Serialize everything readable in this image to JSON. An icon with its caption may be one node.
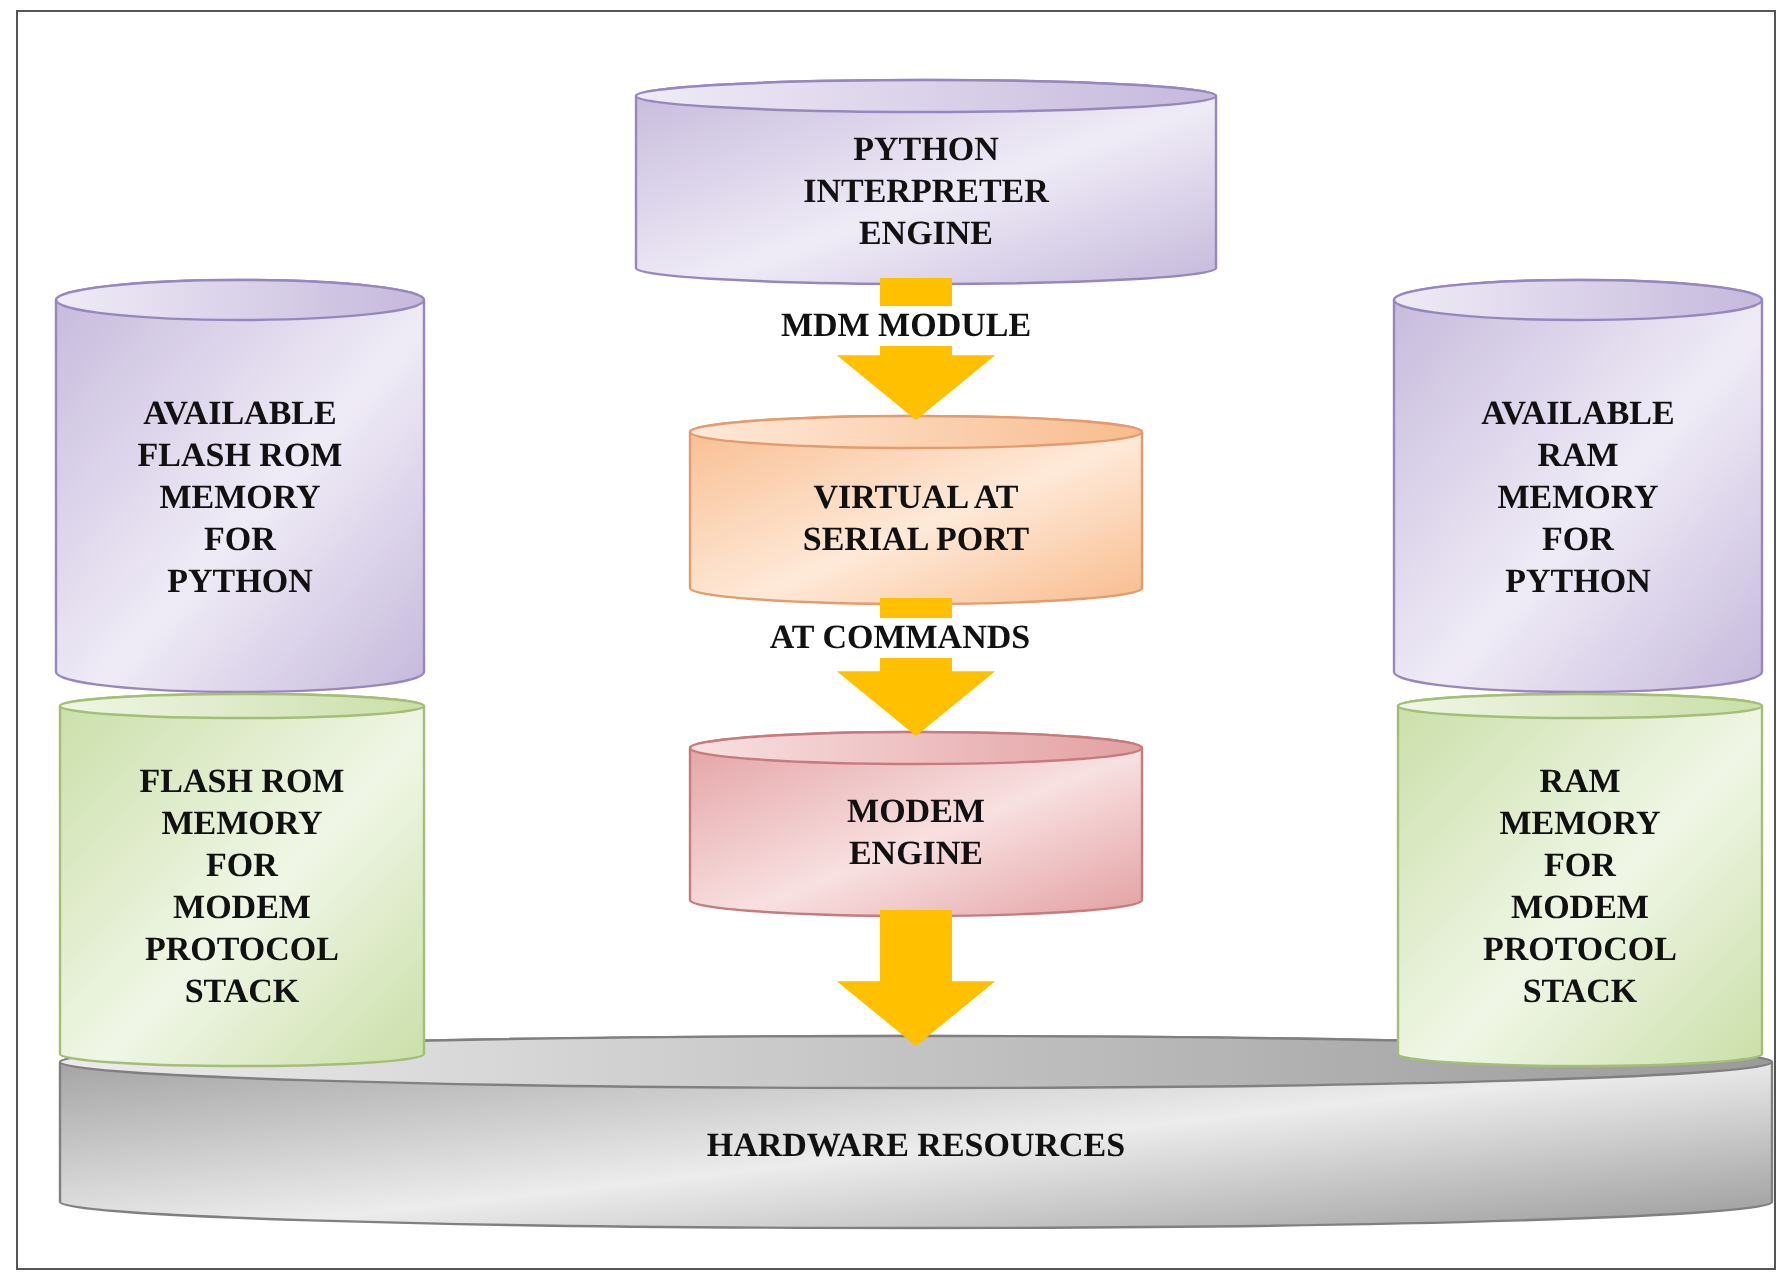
{
  "diagram": {
    "nodes": [
      {
        "text": [
          "PYTHON INTERPRETER ENGINE"
        ]
      },
      {
        "text": [
          "VIRTUAL AT SERIAL PORT"
        ]
      },
      {
        "text": [
          "MODEM ENGINE"
        ]
      },
      {
        "text": [
          "HARDWARE RESOURCES"
        ]
      },
      {
        "text": [
          "AVAILABLE FLASH ROM MEMORY FOR PYTHON"
        ]
      },
      {
        "text": [
          "FLASH ROM MEMORY FOR MODEM PROTOCOL STACK"
        ]
      },
      {
        "text": [
          "AVAILABLE RAM MEMORY FOR PYTHON"
        ]
      },
      {
        "text": [
          "RAM MEMORY FOR MODEM PROTOCOL STACK"
        ]
      }
    ],
    "edges": [
      {
        "from": 0,
        "to": 1,
        "arrow": "to",
        "label": "MDM MODULE",
        "style": "thick",
        "color": "#ffc000"
      },
      {
        "from": 1,
        "to": 2,
        "arrow": "to",
        "label": "AT COMMANDS",
        "style": "thick",
        "color": "#ffc000"
      },
      {
        "from": 2,
        "to": 3,
        "arrow": "to",
        "style": "thick",
        "color": "#ffc000"
      }
    ]
  }
}
